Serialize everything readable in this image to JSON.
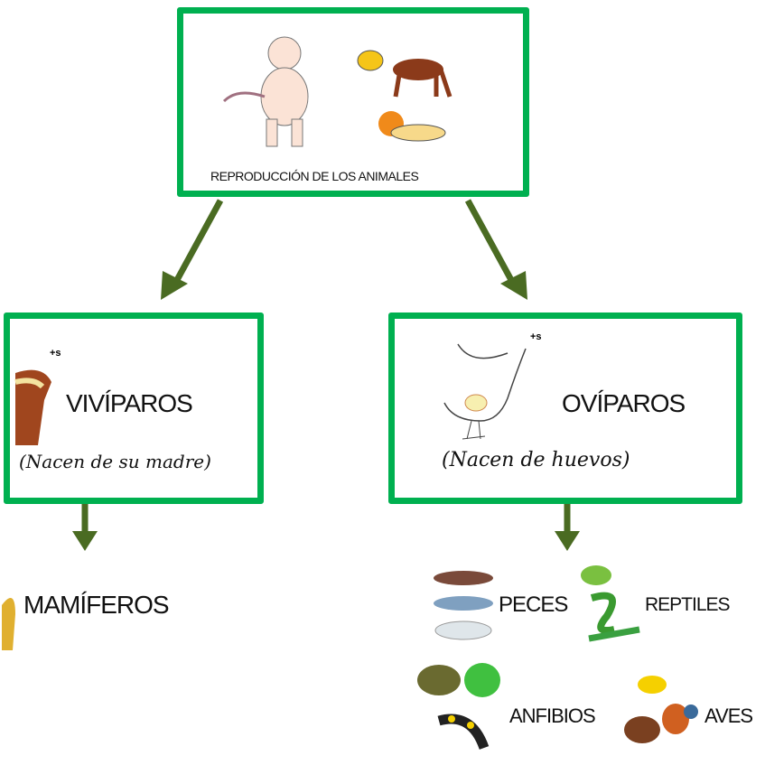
{
  "root": {
    "title": "REPRODUCCIÓN DE LOS ANIMALES"
  },
  "viviparos": {
    "title": "VIVÍPAROS",
    "subtitle": "(Nacen de su madre)",
    "plural_mark": "+s"
  },
  "oviparos": {
    "title": "OVÍPAROS",
    "subtitle": "(Nacen de huevos)",
    "plural_mark": "+s"
  },
  "groups": {
    "mamiferos": "MAMÍFEROS",
    "peces": "PECES",
    "reptiles": "REPTILES",
    "anfibios": "ANFIBIOS",
    "aves": "AVES"
  },
  "colors": {
    "box_border": "#00b050",
    "arrow": "#4a6b22"
  }
}
